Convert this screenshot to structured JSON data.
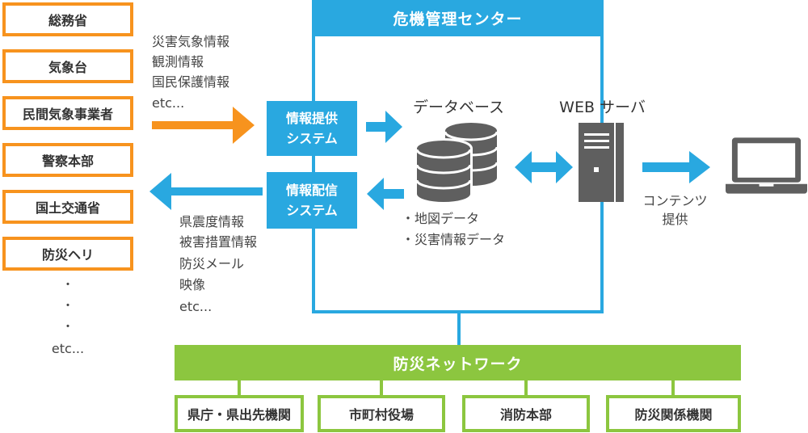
{
  "sources": [
    "総務省",
    "気象台",
    "民間気象事業者",
    "警察本部",
    "国土交通省",
    "防災ヘリ"
  ],
  "sources_more": [
    "・",
    "・",
    "・",
    "etc..."
  ],
  "incoming_info": [
    "災害気象情報",
    "観測情報",
    "国民保護情報",
    "etc..."
  ],
  "outgoing_info": [
    "県震度情報",
    "被害措置情報",
    "防災メール",
    "映像",
    "etc..."
  ],
  "center": {
    "title": "危機管理センター",
    "provide_system": [
      "情報提供",
      "システム"
    ],
    "deliver_system": [
      "情報配信",
      "システム"
    ],
    "database_label": "データベース",
    "database_items": [
      "・地図データ",
      "・災害情報データ"
    ],
    "web_server_label": "WEB サーバ"
  },
  "content_label": [
    "コンテンツ",
    "提供"
  ],
  "network": {
    "title": "防災ネットワーク",
    "nodes": [
      "県庁・県出先機関",
      "市町村役場",
      "消防本部",
      "防災関係機関"
    ]
  },
  "icons": {
    "database": "database-icon",
    "server": "server-icon",
    "client": "laptop-icon"
  },
  "colors": {
    "orange": "#f7931e",
    "blue": "#29a8e0",
    "green": "#8cc63f",
    "gray": "#5f5f5f",
    "text": "#333333"
  }
}
